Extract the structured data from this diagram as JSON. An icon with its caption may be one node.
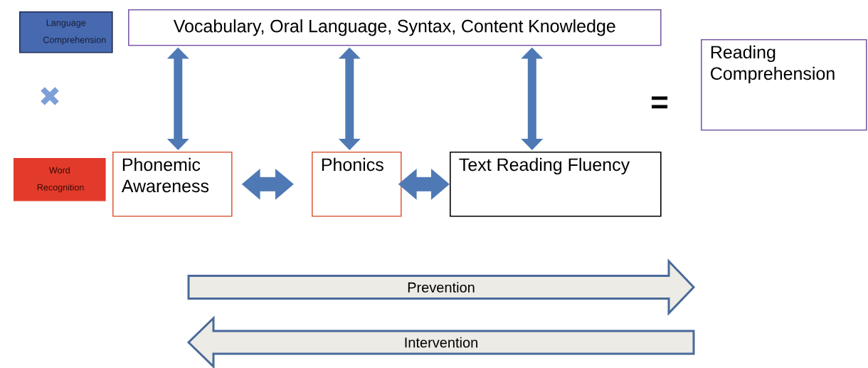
{
  "diagram": {
    "nodes": [
      {
        "text": [
          "Language Comprehension"
        ]
      },
      {
        "text": [
          "Vocabulary, Oral Language, Syntax, Content Knowledge"
        ]
      },
      {
        "text": [
          "Reading Comprehension"
        ]
      },
      {
        "text": [
          "Word Recognition"
        ]
      },
      {
        "text": [
          "Phonemic Awareness"
        ]
      },
      {
        "text": [
          "Phonics"
        ]
      },
      {
        "text": [
          "Text Reading Fluency"
        ]
      },
      {
        "text": [
          "Prevention"
        ]
      },
      {
        "text": [
          "Intervention"
        ]
      }
    ],
    "edges": [
      {
        "from": 1,
        "to": 4,
        "arrow": "both"
      },
      {
        "from": 1,
        "to": 5,
        "arrow": "both"
      },
      {
        "from": 1,
        "to": 6,
        "arrow": "both"
      },
      {
        "from": 4,
        "to": 5,
        "arrow": "both"
      },
      {
        "from": 5,
        "to": 6,
        "arrow": "both"
      }
    ],
    "labels": [
      "="
    ]
  }
}
